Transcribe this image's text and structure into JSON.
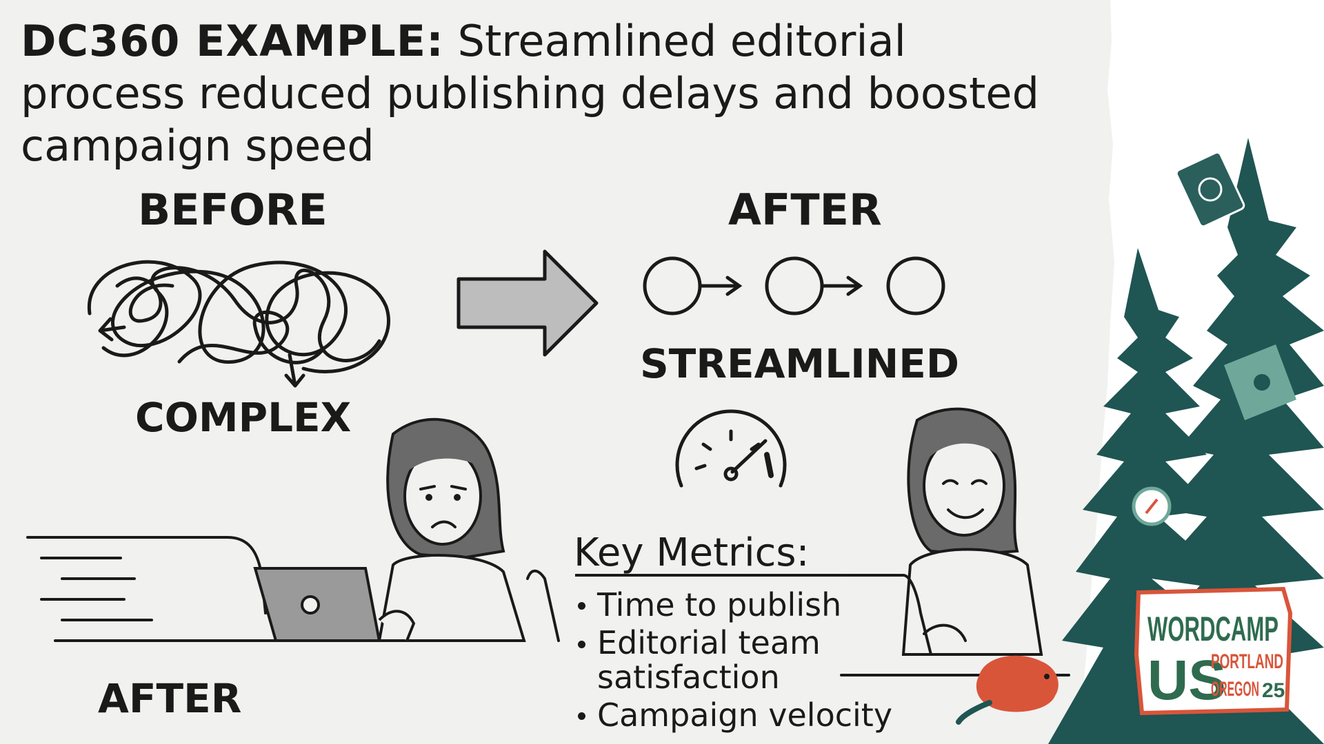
{
  "title": {
    "lead": "DC360 EXAMPLE:",
    "rest": "Streamlined editorial process reduced publishing delays and boosted campaign speed"
  },
  "labels": {
    "before": "BEFORE",
    "after_top": "AFTER",
    "complex": "COMPLEX",
    "streamlined": "STREAMLINED",
    "after_bottom": "AFTER"
  },
  "metrics": {
    "heading": "Key Metrics:",
    "items": [
      "Time to publish",
      "Editorial team satisfaction",
      "Campaign velocity"
    ]
  },
  "logo": {
    "line1": "WORDCAMP",
    "us": "US",
    "city": "PORTLAND",
    "state": "OREGON",
    "year": "25"
  },
  "icons": {
    "tangle": "tangled-lines-icon",
    "arrow": "right-arrow-icon",
    "flow": "three-step-flow-icon",
    "gauge": "speedometer-icon",
    "book": "wordpress-book-icon",
    "compass": "compass-icon",
    "beaver": "beaver-icon"
  },
  "colors": {
    "paper": "#f1f1ef",
    "ink": "#1a1a1a",
    "tree": "#1f5552",
    "beaver": "#d9553a",
    "logo": "#2f6b4f"
  }
}
